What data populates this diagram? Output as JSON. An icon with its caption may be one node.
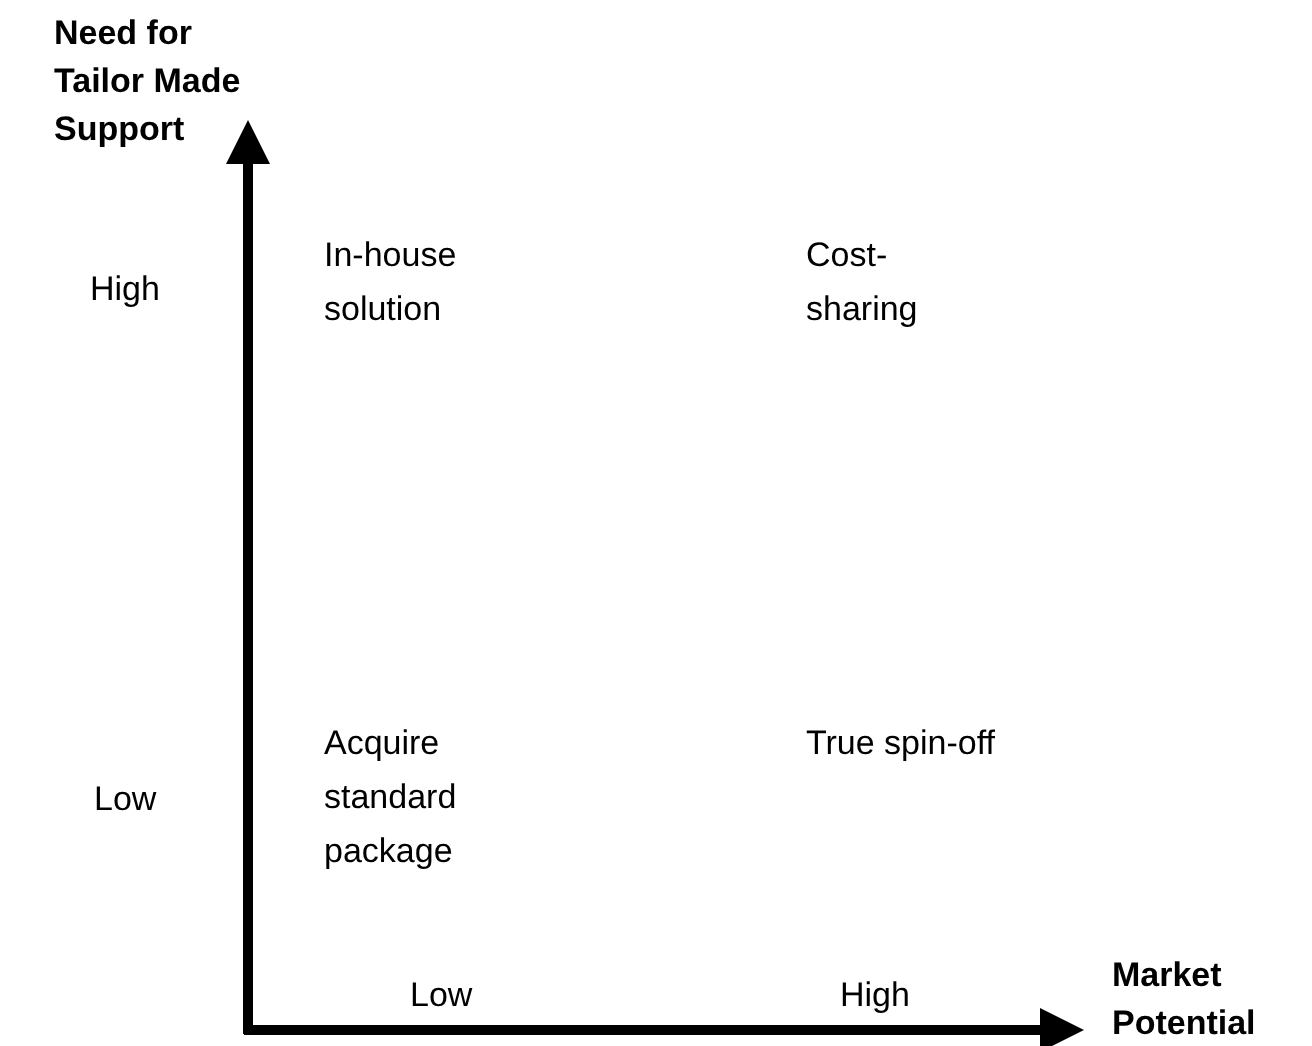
{
  "diagram": {
    "labels": [
      "Need for Tailor Made Support",
      "High",
      "In-house solution",
      "Cost-sharing",
      "Low",
      "Acquire standard package",
      "True spin-off",
      "Market Potential",
      "Low",
      "High"
    ]
  }
}
